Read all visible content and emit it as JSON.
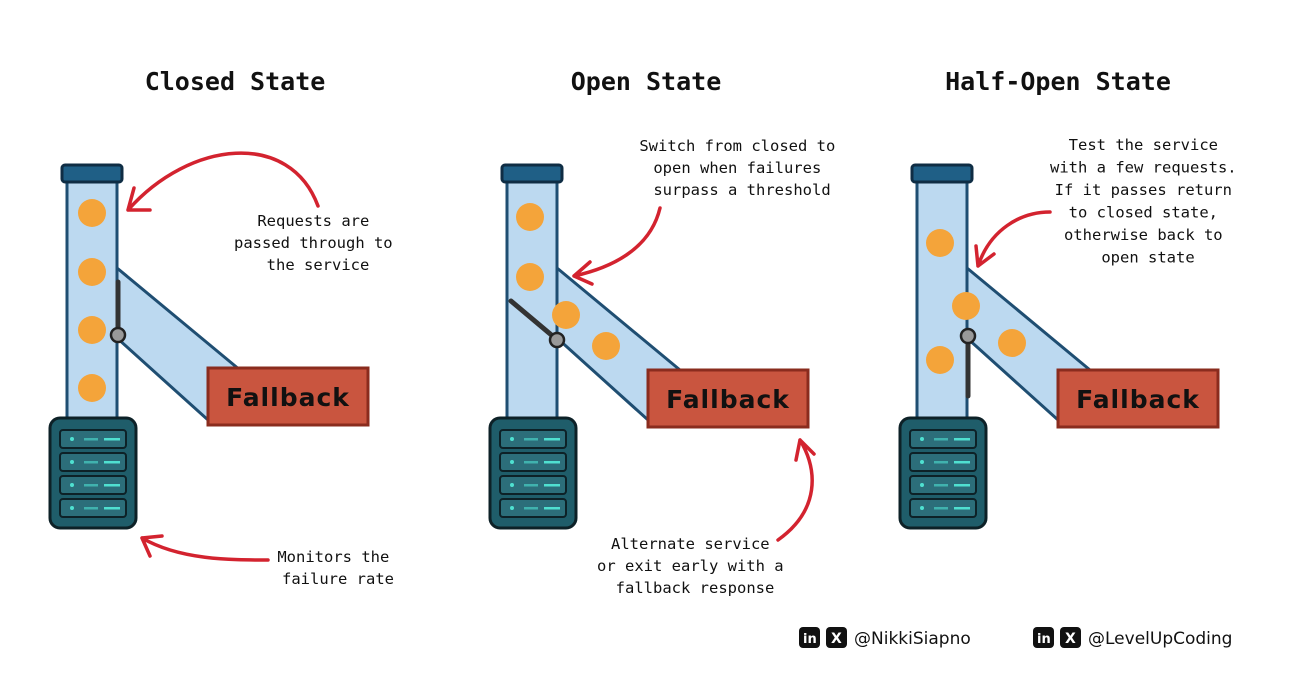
{
  "panels": [
    {
      "title": "Closed State",
      "fallback_label": "Fallback",
      "notes": [
        {
          "lines": [
            "Requests are",
            "passed through to",
            "the service"
          ]
        },
        {
          "lines": [
            "Monitors the",
            "failure rate"
          ]
        }
      ]
    },
    {
      "title": "Open State",
      "fallback_label": "Fallback",
      "notes": [
        {
          "lines": [
            "Switch from closed to",
            "open when failures",
            "surpass a threshold"
          ]
        },
        {
          "lines": [
            "Alternate service",
            "or exit early with a",
            "fallback response"
          ]
        }
      ]
    },
    {
      "title": "Half-Open State",
      "fallback_label": "Fallback",
      "notes": [
        {
          "lines": [
            "Test the service",
            "with a few requests.",
            "If it passes return",
            "to closed state,",
            "otherwise back to",
            "open state"
          ]
        }
      ]
    }
  ],
  "footer": {
    "handles": [
      {
        "icons": [
          "linkedin-icon",
          "x-icon"
        ],
        "text": "@NikkiSiapno"
      },
      {
        "icons": [
          "linkedin-icon",
          "x-icon"
        ],
        "text": "@LevelUpCoding"
      }
    ]
  },
  "colors": {
    "pipe": "#bcd9f0",
    "ball": "#f4a43a",
    "fallback": "#c9553f",
    "arrow": "#d3232f",
    "server": "#1f5d6a"
  }
}
